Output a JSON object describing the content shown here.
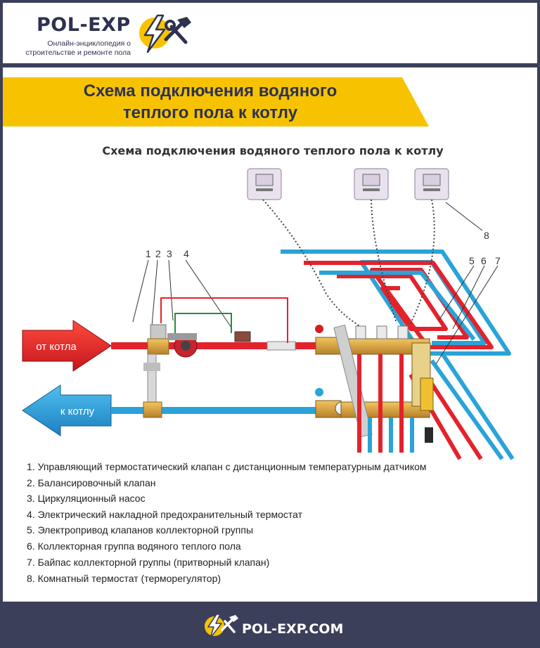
{
  "header": {
    "brand": "POL-EXP",
    "tagline_line1": "Онлайн-энциклопедия  о",
    "tagline_line2": "строительстве и ремонте пола"
  },
  "banner": {
    "title_line1": "Схема подключения водяного",
    "title_line2": "теплого пола к котлу"
  },
  "diagram": {
    "title": "Схема подключения водяного теплого пола к котлу",
    "label_from_boiler": "от котла",
    "label_to_boiler": "к котлу",
    "callouts": [
      "1",
      "2",
      "3",
      "4",
      "5",
      "6",
      "7",
      "8"
    ],
    "legend": [
      "1. Управляющий термостатический клапан с дистанционным температурным датчиком",
      "2. Балансировочный клапан",
      "3. Циркуляционный насос",
      "4. Электрический накладной предохранительный термостат",
      "5. Электропривод клапанов коллекторной группы",
      "6. Коллекторная группа водяного теплого пола",
      "7. Байпас коллекторной группы (притворный клапан)",
      "8. Комнатный термостат (терморегулятор)"
    ]
  },
  "footer": {
    "site": "POL-EXP.COM"
  },
  "colors": {
    "navy": "#3c3f5a",
    "yellow": "#f7c300",
    "supply_red": "#e4222c",
    "return_blue": "#2aa3d8",
    "brass": "#d9a63a"
  },
  "icons": [
    "lightning-hammer-wrench-logo-icon",
    "thermostat-icon"
  ]
}
